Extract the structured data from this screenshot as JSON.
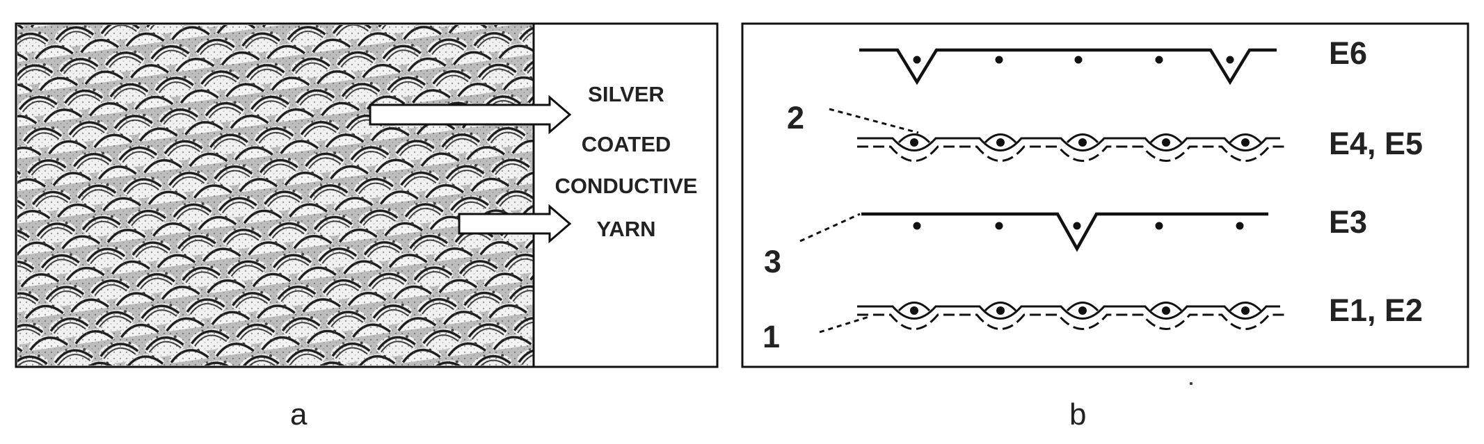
{
  "panel_a": {
    "caption": "a",
    "label_lines": [
      "SILVER",
      "COATED",
      "CONDUCTIVE",
      "YARN"
    ]
  },
  "panel_b": {
    "caption": "b",
    "rows": [
      {
        "label": "E6",
        "kind": "tuck-knit"
      },
      {
        "label": "E4, E5",
        "kind": "looped"
      },
      {
        "label": "E3",
        "kind": "tuck-knit"
      },
      {
        "label": "E1, E2",
        "kind": "looped"
      }
    ],
    "callouts": [
      "2",
      "3",
      "1"
    ]
  },
  "colors": {
    "stroke": "#111111",
    "fabric_light": "#e9e9e9",
    "fabric_dark": "#2a2a2a"
  }
}
